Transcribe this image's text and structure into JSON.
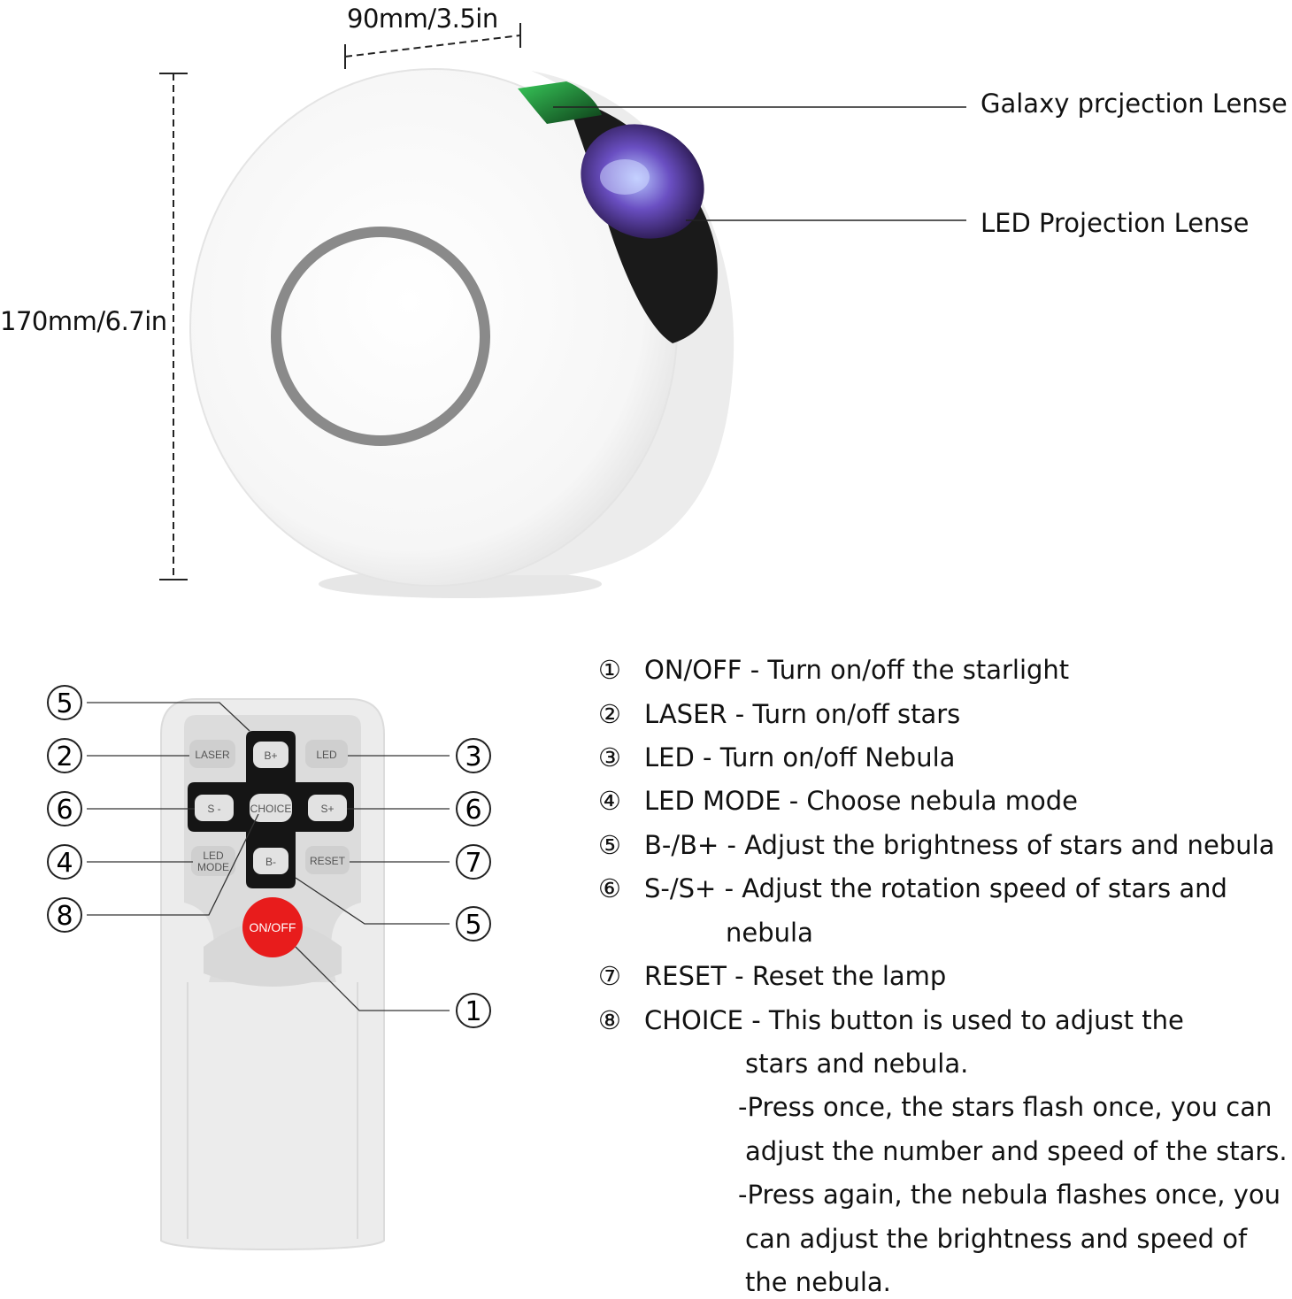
{
  "dimensions": {
    "width_label": "90mm/3.5in",
    "height_label": "170mm/6.7in"
  },
  "callouts": {
    "galaxy_lens": "Galaxy prcjection Lense",
    "led_lens": "LED Projection Lense"
  },
  "remote": {
    "buttons": {
      "laser": "LASER",
      "b_plus": "B+",
      "led": "LED",
      "s_minus": "S -",
      "choice": "CHOICE",
      "s_plus": "S+",
      "led_mode_1": "LED",
      "led_mode_2": "MODE",
      "b_minus": "B-",
      "reset": "RESET",
      "on_off": "ON/OFF"
    },
    "markers": {
      "left": [
        "⑤",
        "②",
        "⑥",
        "④",
        "⑧"
      ],
      "right": [
        "③",
        "⑥",
        "⑦",
        "⑤",
        "①"
      ]
    }
  },
  "legend": [
    {
      "num": "①",
      "text": "ON/OFF - Turn on/off the starlight"
    },
    {
      "num": "②",
      "text": "LASER - Turn on/off stars"
    },
    {
      "num": "③",
      "text": "LED - Turn on/off Nebula"
    },
    {
      "num": "④",
      "text": "LED MODE - Choose nebula mode"
    },
    {
      "num": "⑤",
      "text": "B-/B+ - Adjust the brightness of stars and nebula"
    },
    {
      "num": "⑥",
      "text": "S-/S+ - Adjust the rotation speed of stars and"
    },
    {
      "num": "",
      "text": "nebula"
    },
    {
      "num": "⑦",
      "text": "RESET - Reset the lamp"
    },
    {
      "num": "⑧",
      "text": "CHOICE - This button is used to adjust the"
    }
  ],
  "legend_continuation": [
    "stars and  nebula.",
    "-Press once, the stars flash once, you can",
    "adjust the number and speed of the stars.",
    "-Press again, the nebula flashes once, you",
    "can adjust the brightness and speed of",
    "the nebula."
  ],
  "colors": {
    "on_off_button": "#e81c1c",
    "galaxy_lens": "#1f8a3a",
    "led_lens": "#5a3a9a"
  }
}
